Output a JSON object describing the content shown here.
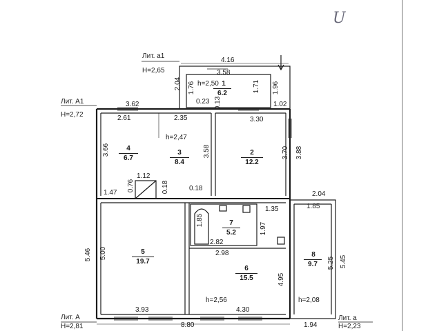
{
  "litera": {
    "a1": {
      "name": "Лит. а1",
      "height": "H=2,65"
    },
    "A1": {
      "name": "Лит. А1",
      "height": "H=2,72"
    },
    "A": {
      "name": "Лит. А",
      "height": "H=2,81"
    },
    "a": {
      "name": "Лит. а",
      "height": "H=2,23"
    }
  },
  "rooms": [
    {
      "number": "1",
      "area": "6.2"
    },
    {
      "number": "2",
      "area": "12.2"
    },
    {
      "number": "3",
      "area": "8.4"
    },
    {
      "number": "4",
      "area": "6.7"
    },
    {
      "number": "5",
      "area": "19.7"
    },
    {
      "number": "6",
      "area": "15.5"
    },
    {
      "number": "7",
      "area": "5.2"
    },
    {
      "number": "8",
      "area": "9.7"
    }
  ],
  "ceiling_heights": {
    "room1": "h=2,50",
    "room3": "h=2,47",
    "room6": "h=2,56",
    "room8": "h=2,08"
  },
  "dimensions": {
    "a1_total": "4.16",
    "room1_width": "3.58",
    "room1_left_outer": "2.04",
    "room1_left_inner": "1.76",
    "room1_right_inner": "1.71",
    "room1_right_outer": "1.96",
    "entry_a1": "1.02",
    "gap_left": "0.23",
    "gap_right": "0.13",
    "a1_top_width": "3.62",
    "room4_width": "2.61",
    "room3_width": "2.35",
    "room2_width": "3.30",
    "a1_left_height": "3.66",
    "room3_height": "3.58",
    "room2_height": "3.70",
    "room2_outer_height": "3.88",
    "step_width": "1.12",
    "step_depth": "1.47",
    "step_height": "0.76",
    "partition_left": "0.18",
    "partition_right": "0.18",
    "room8_outer_width": "2.04",
    "room8_inner_width": "1.85",
    "room7_small": "1.35",
    "room7_height": "1.97",
    "room7_niche": "1.85",
    "room7_width": "2.82",
    "room6_width": "2.98",
    "room5_outer_height": "5.46",
    "room5_height": "5.00",
    "room6_height": "4.95",
    "room8_height": "5.25",
    "room8_outer_height": "5.45",
    "room5_width": "3.93",
    "room6_width_bottom": "4.30",
    "house_total": "8.80",
    "room8_bottom": "1.94"
  },
  "annotation": "U"
}
